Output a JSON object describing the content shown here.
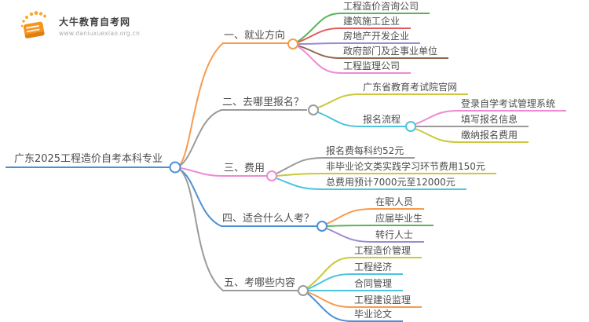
{
  "logo": {
    "icon": "book-icon",
    "title": "大牛教育自考网",
    "url": "www.daniuxuexiao.org.cn",
    "accent": "#f7941e"
  },
  "root": {
    "label": "广东2025工程造价自考本科专业",
    "color": "#4a90d5"
  },
  "branches": [
    {
      "label": "一、就业方向",
      "color": "#f79b4f",
      "children": [
        {
          "label": "工程造价咨询公司",
          "color": "#57b457"
        },
        {
          "label": "建筑施工企业",
          "color": "#e15c5c"
        },
        {
          "label": "房地产开发企业",
          "color": "#9d8ad2"
        },
        {
          "label": "政府部门及企事业单位",
          "color": "#92664f"
        },
        {
          "label": "工程监理公司",
          "color": "#ee8ad5"
        }
      ]
    },
    {
      "label": "二、去哪里报名？",
      "color": "#9b9b9b",
      "children": [
        {
          "label": "广东省教育考试院官网",
          "color": "#c9c93a"
        },
        {
          "label": "报名流程",
          "color": "#4cc5dd",
          "children": [
            {
              "label": "登录自学考试管理系统",
              "color": "#ee8ad5"
            },
            {
              "label": "填写报名信息",
              "color": "#9b9b9b"
            },
            {
              "label": "缴纳报名费用",
              "color": "#c9c93a"
            }
          ]
        }
      ]
    },
    {
      "label": "三、费用",
      "color": "#ee8ad5",
      "children": [
        {
          "label": "报名费每科约52元",
          "color": "#9b9b9b"
        },
        {
          "label": "非毕业论文类实践学习环节费用150元",
          "color": "#c9c93a"
        },
        {
          "label": "总费用预计7000元至12000元",
          "color": "#4cc5dd"
        }
      ]
    },
    {
      "label": "四、适合什么人考？",
      "color": "#4a90d5",
      "children": [
        {
          "label": "在职人员",
          "color": "#f79b4f"
        },
        {
          "label": "应届毕业生",
          "color": "#57b457"
        },
        {
          "label": "转行人士",
          "color": "#9d8ad2"
        }
      ]
    },
    {
      "label": "五、考哪些内容",
      "color": "#9b9b9b",
      "children": [
        {
          "label": "工程造价管理",
          "color": "#c9c93a"
        },
        {
          "label": "工程经济",
          "color": "#4cc5dd"
        },
        {
          "label": "合同管理",
          "color": "#4cc5dd"
        },
        {
          "label": "工程建设监理",
          "color": "#f79b4f"
        },
        {
          "label": "毕业论文",
          "color": "#4a90d5"
        }
      ]
    }
  ]
}
